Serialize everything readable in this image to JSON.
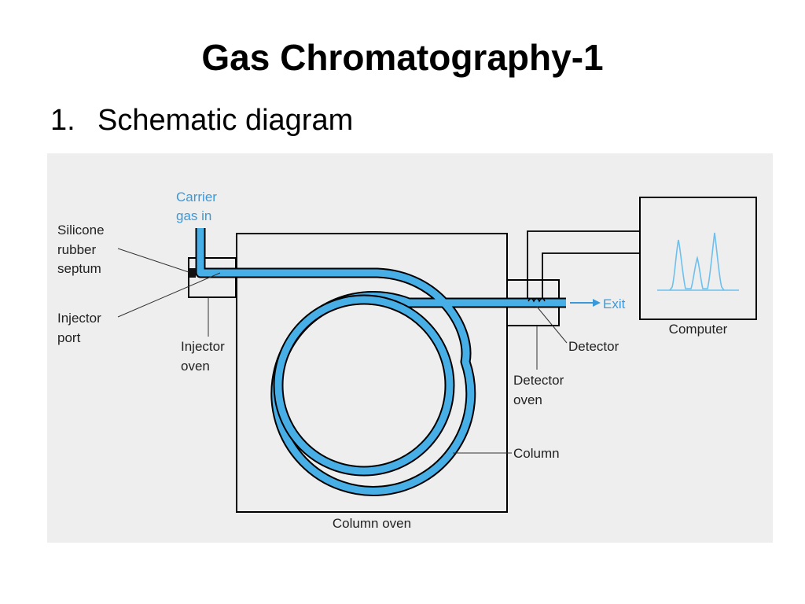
{
  "slide": {
    "title": "Gas Chromatography-1",
    "subtitle_number": "1.",
    "subtitle_text": "Schematic diagram"
  },
  "diagram": {
    "colors": {
      "tube": "#48aee6",
      "outline": "#000000",
      "signal": "#6cc0ee",
      "panel": "#eeeeee",
      "label_accent": "#3a9ad9"
    },
    "labels": {
      "carrier_gas_line1": "Carrier",
      "carrier_gas_line2": "gas in",
      "septum_line1": "Silicone",
      "septum_line2": "rubber",
      "septum_line3": "septum",
      "injector_port_line1": "Injector",
      "injector_port_line2": "port",
      "injector_oven_line1": "Injector",
      "injector_oven_line2": "oven",
      "column_oven": "Column oven",
      "column": "Column",
      "detector": "Detector",
      "detector_oven_line1": "Detector",
      "detector_oven_line2": "oven",
      "exit": "Exit",
      "computer": "Computer"
    }
  }
}
